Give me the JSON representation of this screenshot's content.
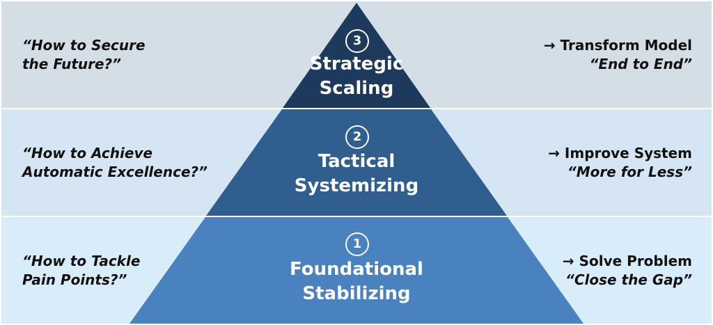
{
  "tiers": [
    {
      "number": "3",
      "title_line1": "Strategic",
      "title_line2": "Scaling",
      "question_line1": "“How to Secure",
      "question_line2": "the Future?”",
      "action": "→ Transform Model",
      "tagline": "“End to End”",
      "color": "#1d3a5c",
      "band_color": "#d4dee7"
    },
    {
      "number": "2",
      "title_line1": "Tactical",
      "title_line2": "Systemizing",
      "question_line1": "“How to Achieve",
      "question_line2": "Automatic Excellence?”",
      "action": "→ Improve System",
      "tagline": "“More for Less”",
      "color": "#2f5e8f",
      "band_color": "#d5e5f3"
    },
    {
      "number": "1",
      "title_line1": "Foundational",
      "title_line2": "Stabilizing",
      "question_line1": "“How to Tackle",
      "question_line2": "Pain Points?”",
      "action": "→ Solve Problem",
      "tagline": "“Close the Gap”",
      "color": "#4a82c0",
      "band_color": "#d8ecf9"
    }
  ]
}
